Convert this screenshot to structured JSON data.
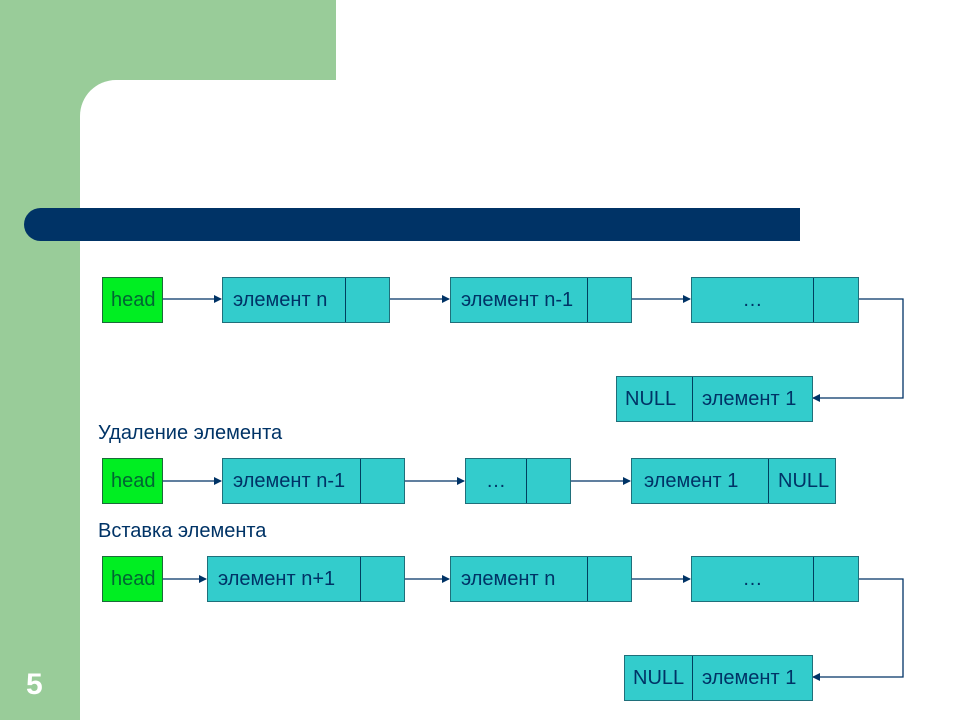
{
  "slide": {
    "number": "5",
    "colors": {
      "background_accent": "#99cc99",
      "title_bar": "#003366",
      "node_fill": "#33cccc",
      "head_fill": "#00ee22",
      "text": "#003366"
    }
  },
  "diagram": {
    "row1": {
      "head": "head",
      "nodes": [
        {
          "data": "элемент n",
          "next": ""
        },
        {
          "data": "элемент n-1",
          "next": ""
        },
        {
          "data": "…",
          "next": ""
        }
      ],
      "tail": {
        "left": "NULL",
        "right": "элемент 1"
      }
    },
    "deletion": {
      "caption": "Удаление элемента",
      "head": "head",
      "nodes": [
        {
          "data": "элемент n-1",
          "next": ""
        },
        {
          "data": "…",
          "next": ""
        },
        {
          "data": "элемент 1",
          "next": "NULL"
        }
      ]
    },
    "insertion": {
      "caption": "Вставка элемента",
      "head": "head",
      "nodes": [
        {
          "data": "элемент n+1",
          "next": ""
        },
        {
          "data": "элемент n",
          "next": ""
        },
        {
          "data": "…",
          "next": ""
        }
      ],
      "tail": {
        "left": "NULL",
        "right": "элемент 1"
      }
    }
  }
}
